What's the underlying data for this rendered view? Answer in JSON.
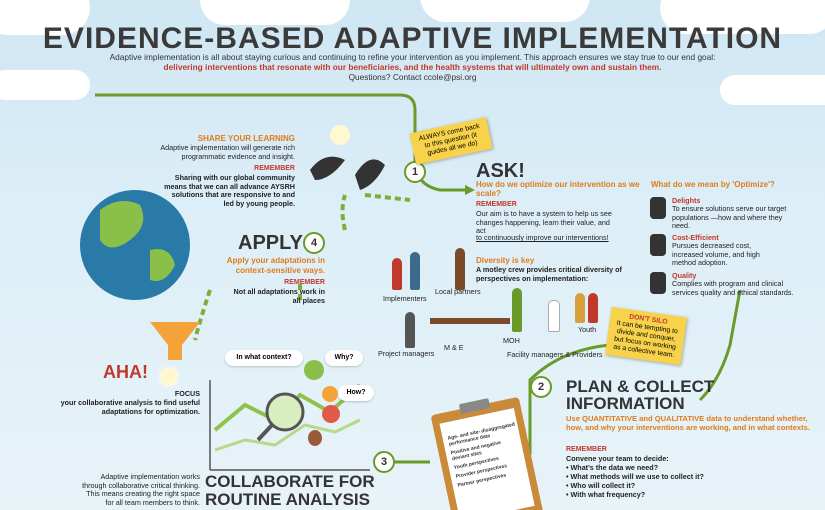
{
  "title": "EVIDENCE-BASED ADAPTIVE IMPLEMENTATION",
  "intro": {
    "line1": "Adaptive implementation is all about staying curious and continuing to refine your intervention as you implement. This approach ensures we stay true to our end goal:",
    "line2": "delivering interventions that resonate with our beneficiaries, and the health systems that will ultimately own and sustain them.",
    "line3": "Questions? Contact ccole@psi.org"
  },
  "step_numbers": [
    "1",
    "2",
    "3",
    "4"
  ],
  "sticky_always": "ALWAYS come back to this question (it guides all we do)",
  "ask": {
    "heading": "ASK!",
    "question": "How do we optimize our intervention as we scale?",
    "remember_label": "REMEMBER",
    "remember_text1": "Our aim is to have a system to help us see changes happening, learn their value, and act",
    "remember_text2": "to continuously improve our interventions!",
    "diversity_label": "Diversity is key",
    "diversity_text": "A motley crew provides critical diversity of perspectives on implementation:"
  },
  "people_labels": {
    "implementers": "Implementers",
    "local_partners": "Local partners",
    "project_managers": "Project managers",
    "me": "M & E",
    "moh": "MOH",
    "youth": "Youth",
    "facility": "Facility managers & Providers"
  },
  "optimize": {
    "heading": "What do we mean by 'Optimize'?",
    "items": [
      {
        "label": "Delights",
        "text": "To ensure solutions serve our target populations —how and where they need."
      },
      {
        "label": "Cost-Efficient",
        "text": "Pursues decreased cost, increased volume, and high method adoption."
      },
      {
        "label": "Quality",
        "text": "Complies with program and clinical services quality and ethical standards."
      }
    ]
  },
  "sticky_silo": {
    "label": "DON'T SILO",
    "text": "It can be tempting to divide and conquer, but focus on working as a collective team."
  },
  "plan": {
    "heading": "PLAN & COLLECT INFORMATION",
    "use_text": "Use QUANTITATIVE and QUALITATIVE data to understand whether, how, and why your interventions are working, and in what contexts.",
    "remember_label": "REMEMBER",
    "convene": "Convene your team to decide:",
    "bullets": [
      "• What's the data we need?",
      "• What methods will we use to collect it?",
      "• Who will collect it?",
      "• With what frequency?"
    ]
  },
  "checklist": [
    "Age- and site- disaggregated performance data",
    "Positive and negative deviant sites",
    "Youth perspectives",
    "Provider perspectives",
    "Partner perspectives"
  ],
  "collaborate": {
    "heading_line1": "COLLABORATE FOR",
    "heading_line2": "ROUTINE ANALYSIS",
    "text": "Adaptive implementation works through collaborative critical thinking. This means creating the right space for all team members to think."
  },
  "bubbles": [
    "In what context?",
    "Why?",
    "How?"
  ],
  "aha": {
    "heading": "AHA!",
    "focus_label": "FOCUS",
    "focus_text": "your collaborative analysis to find useful adaptations for optimization."
  },
  "apply": {
    "heading": "APPLY",
    "subheading": "Apply your adaptations in context-sensitive ways.",
    "remember_label": "REMEMBER",
    "remember_text": "Not all adaptations work in all places"
  },
  "share": {
    "heading": "SHARE YOUR LEARNING",
    "text": "Adaptive implementation will generate rich programmatic evidence and insight.",
    "remember_label": "REMEMBER",
    "remember_text": "Sharing with our global community means that we can all advance AYSRH solutions that are responsive to and led by young people."
  },
  "colors": {
    "green": "#6a9a2a",
    "orange": "#e07b1a",
    "red": "#c0392b",
    "sticky": "#f7d24a"
  }
}
